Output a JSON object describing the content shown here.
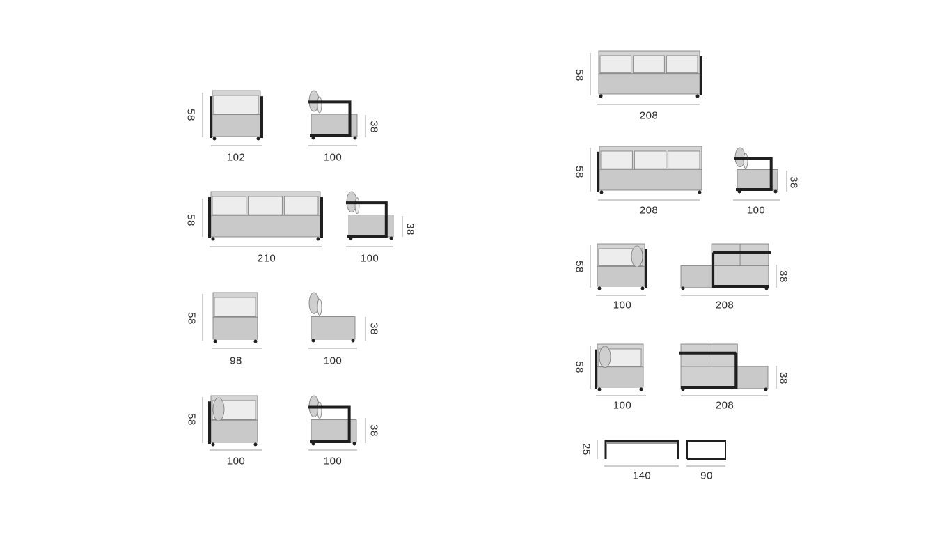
{
  "title": "Sofa module dimension diagram",
  "colors": {
    "seat": "#c9c9c9",
    "cushion": "#ededed",
    "frame": "#1f1f1f",
    "dimline": "#bdbdbd",
    "text": "#2a2a2a"
  },
  "units_note": "",
  "modules": [
    {
      "name": "armchair-front",
      "width": "102",
      "height": "58"
    },
    {
      "name": "armchair-side",
      "width": "100",
      "height": "38"
    },
    {
      "name": "three-seat-front",
      "width": "210",
      "height": "58"
    },
    {
      "name": "three-seat-side",
      "width": "100",
      "height": "38"
    },
    {
      "name": "armless-front",
      "width": "98",
      "height": "58"
    },
    {
      "name": "armless-side",
      "width": "100",
      "height": "38"
    },
    {
      "name": "corner-left-front",
      "width": "100",
      "height": "58"
    },
    {
      "name": "corner-left-side",
      "width": "100",
      "height": "38"
    },
    {
      "name": "three-seat-right-arm-front",
      "width": "208",
      "height": "58"
    },
    {
      "name": "three-seat-left-arm-front",
      "width": "208",
      "height": "58"
    },
    {
      "name": "three-seat-left-arm-side",
      "width": "100",
      "height": "38"
    },
    {
      "name": "corner-right-front",
      "width": "100",
      "height": "58"
    },
    {
      "name": "chaise-right",
      "width": "208",
      "height": "38"
    },
    {
      "name": "corner-left-front-2",
      "width": "100",
      "height": "58"
    },
    {
      "name": "chaise-left",
      "width": "208",
      "height": "38"
    },
    {
      "name": "coffee-table-large",
      "width": "140",
      "height": "25"
    },
    {
      "name": "coffee-table-small",
      "width": "90"
    }
  ]
}
